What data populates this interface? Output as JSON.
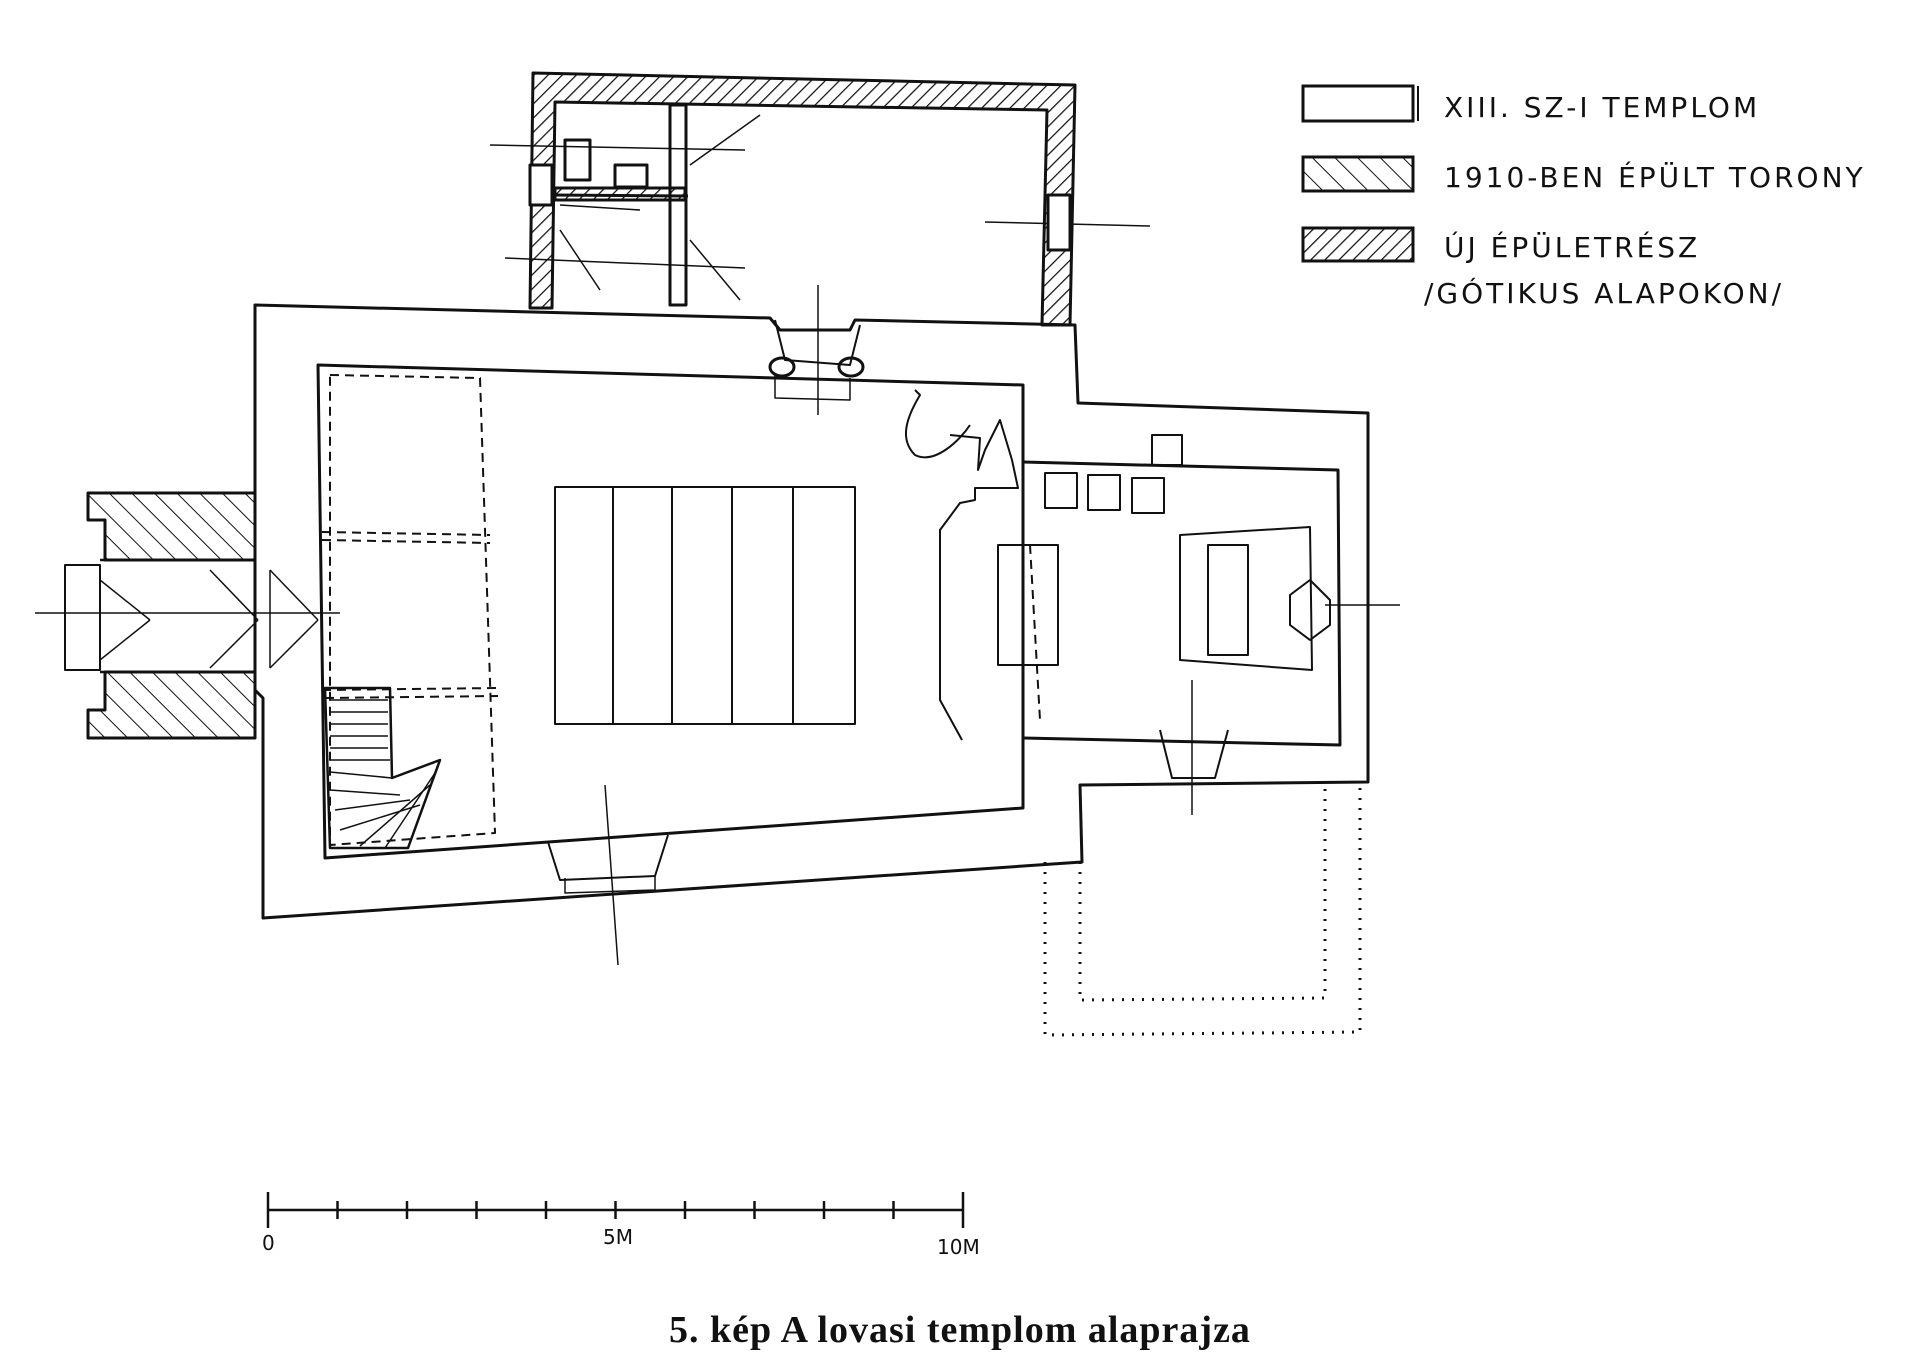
{
  "legend": [
    {
      "pattern": "none",
      "label": "XIII. SZ-I TEMPLOM"
    },
    {
      "pattern": "sparse-hatch",
      "label": "1910-BEN ÉPÜLT TORONY"
    },
    {
      "pattern": "dense-hatch",
      "label": "ÚJ ÉPÜLETRÉSZ",
      "label2": "/GÓTIKUS ALAPOKON/"
    }
  ],
  "scale": {
    "labels": [
      "0",
      "5M",
      "10M"
    ],
    "max_m": 10
  },
  "caption": "5. kép A lovasi templom alaprajza",
  "colors": {
    "ink": "#111111",
    "paper": "#ffffff"
  }
}
